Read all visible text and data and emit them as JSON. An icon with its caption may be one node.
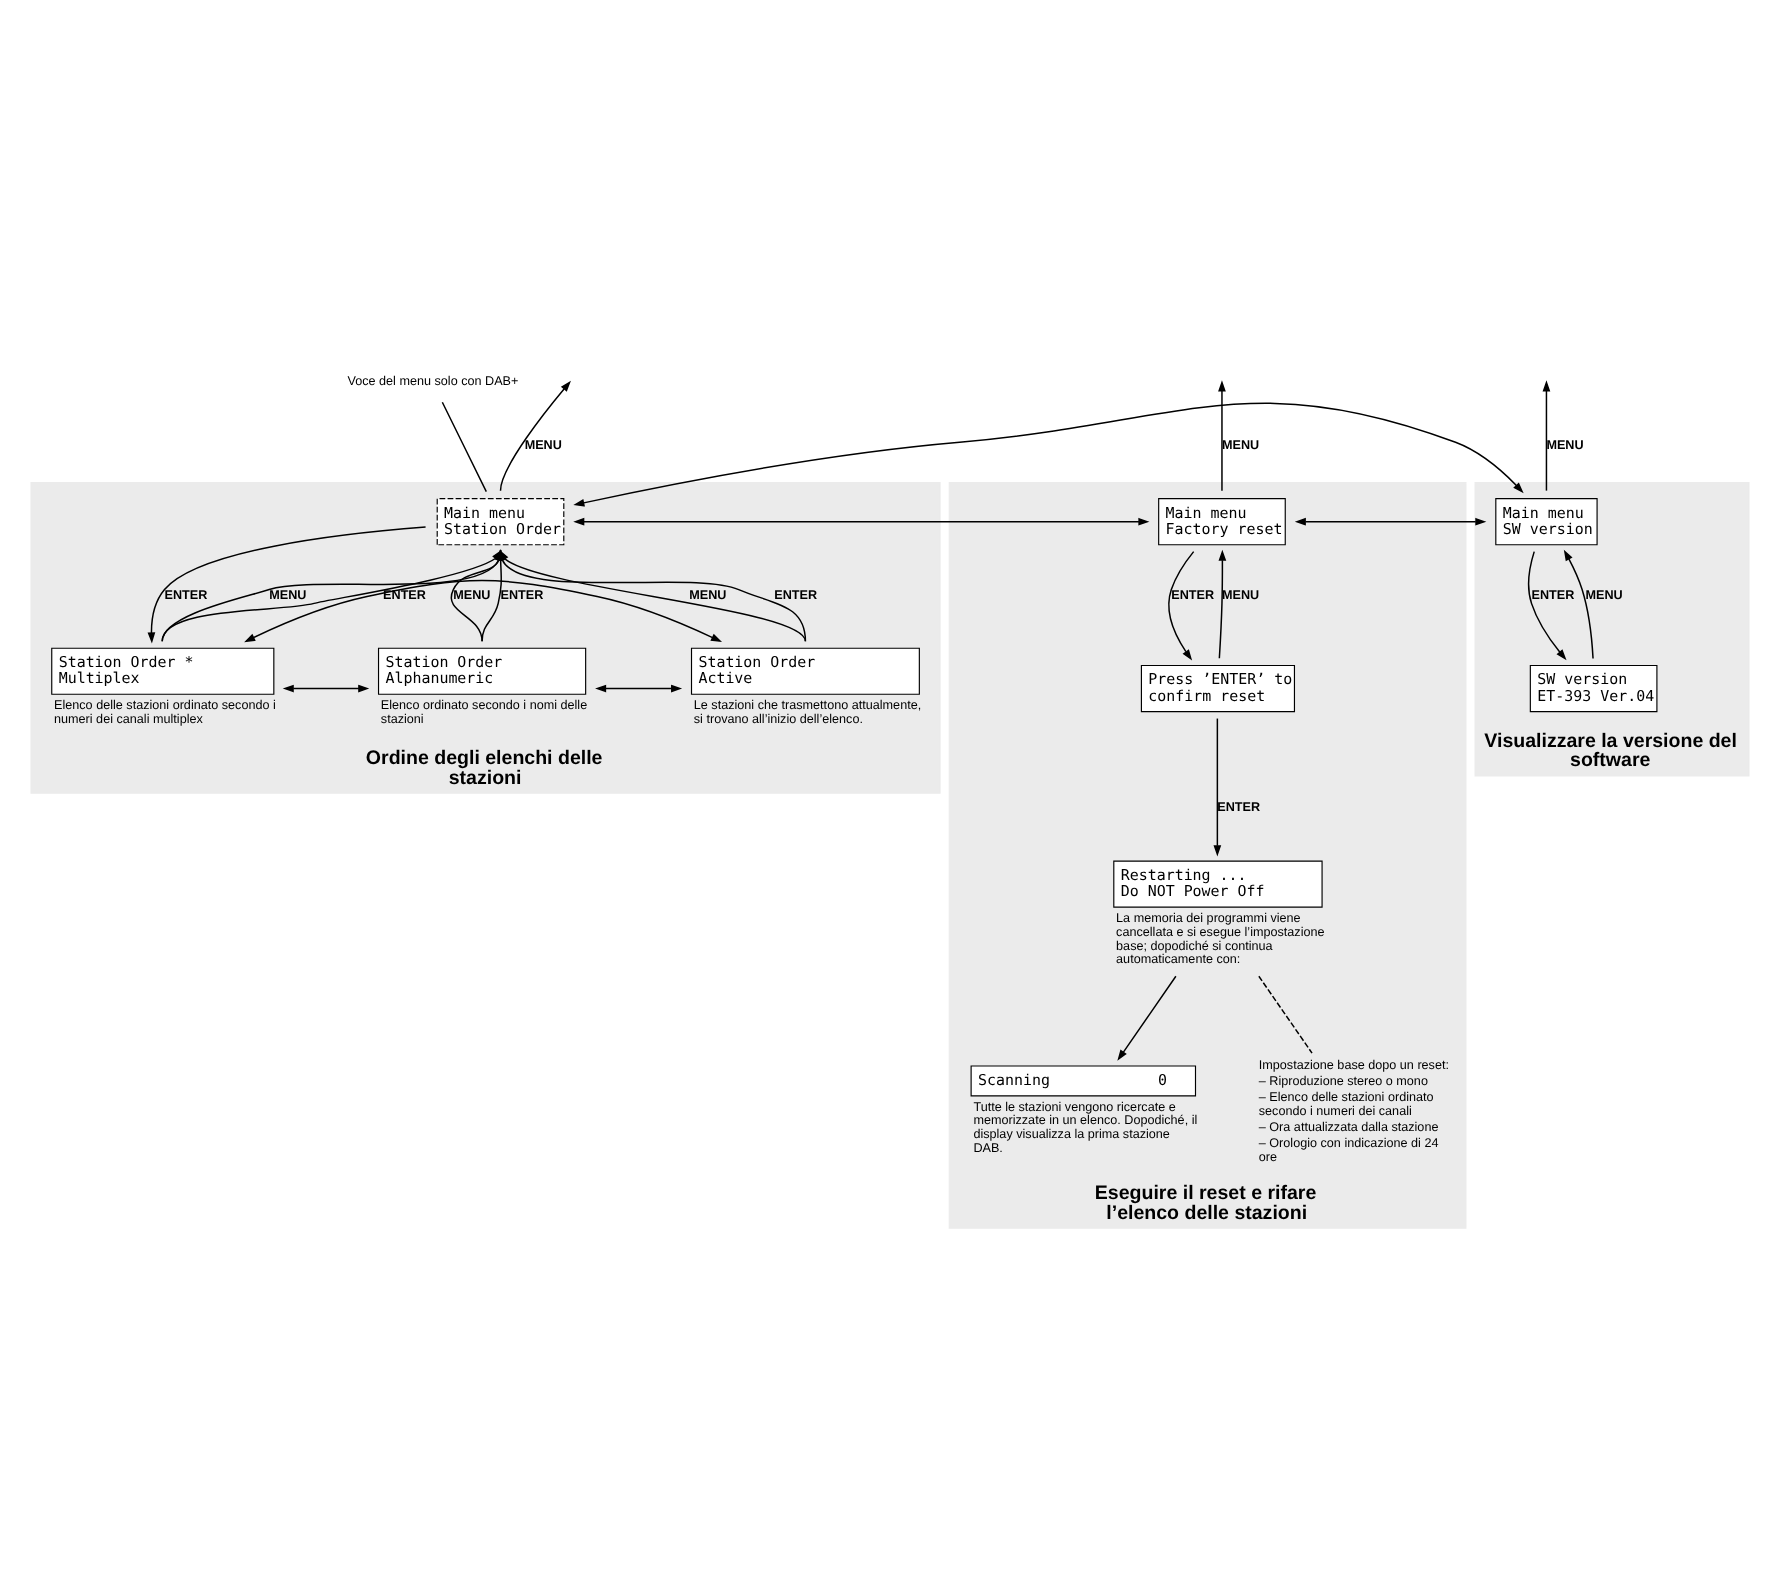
{
  "diagram": {
    "nodes": [
      {
        "text": [
          "Ordine degli elenchi delle stazioni"
        ]
      },
      {
        "text": [
          "Eseguire il reset e rifare l’elenco delle stazioni"
        ]
      },
      {
        "text": [
          "Visualizzare la versione del software"
        ]
      },
      {
        "text": [
          "Main menu",
          "Station Order"
        ],
        "in": 0
      },
      {
        "text": [
          "Main menu",
          "Factory reset"
        ],
        "in": 1
      },
      {
        "text": [
          "Main menu",
          "SW version"
        ],
        "in": 2
      },
      {
        "text": [
          "SW version",
          "ET-393 Ver.04"
        ],
        "in": 2
      },
      {
        "text": [
          "Press ’ENTER’ to",
          "confirm reset"
        ],
        "in": 1
      },
      {
        "text": [
          "Restarting ...",
          "Do NOT Power Off"
        ],
        "in": 1,
        "beside": [
          "La memoria dei programmi viene cancellata e si esegue l’impostazione base; dopodiché si continua automaticamente con:"
        ]
      },
      {
        "text": [
          "Scanning            0"
        ],
        "in": 1,
        "beside": [
          "Tutte le stazioni vengono ricercate e memorizzate in un elenco. Dopodiché, il display visualizza la prima stazione DAB."
        ]
      },
      {
        "text": [
          "Station Order *",
          "Multiplex"
        ],
        "in": 0,
        "beside": [
          "Elenco delle stazioni ordinato secondo i numeri dei canali multiplex"
        ]
      },
      {
        "text": [
          "Station Order",
          "Alphanumeric"
        ],
        "in": 0,
        "beside": [
          "Elenco ordinato secondo i nomi delle stazioni"
        ]
      },
      {
        "text": [
          "Station Order",
          "Active"
        ],
        "in": 0,
        "beside": [
          "Le stazioni che trasmettono attualmente, si trovano all’inizio dell’elenco."
        ]
      },
      {
        "text": [
          "Voce del menu solo con DAB+"
        ]
      },
      {
        "text": [
          "Impostazione base dopo un reset:",
          "– Riproduzione stereo o mono",
          "– Elenco delle stazioni ordinato secondo i numeri dei canali",
          "– Ora attualizzata dalla stazione",
          "– Orologio con indicazione di 24 ore"
        ],
        "in": 1
      }
    ],
    "edges": [
      {
        "from": 3,
        "to": null,
        "arrow": "to",
        "label": "MENU"
      },
      {
        "from": 4,
        "to": null,
        "arrow": "to",
        "label": "MENU"
      },
      {
        "from": 5,
        "to": null,
        "arrow": "to",
        "label": "MENU"
      },
      {
        "from": 13,
        "to": 3,
        "arrow": "none"
      },
      {
        "from": 3,
        "to": 4,
        "arrow": "both"
      },
      {
        "from": 4,
        "to": 5,
        "arrow": "both"
      },
      {
        "from": 3,
        "to": 5,
        "arrow": "both"
      },
      {
        "from": 4,
        "to": 7,
        "arrow": "to",
        "label": "ENTER"
      },
      {
        "from": 7,
        "to": 4,
        "arrow": "to",
        "label": "MENU"
      },
      {
        "from": 5,
        "to": 6,
        "arrow": "to",
        "label": "ENTER"
      },
      {
        "from": 6,
        "to": 5,
        "arrow": "to",
        "label": "MENU"
      },
      {
        "from": 7,
        "to": 8,
        "arrow": "to",
        "label": "ENTER"
      },
      {
        "from": 8,
        "to": 9,
        "arrow": "to"
      },
      {
        "from": 8,
        "to": 14,
        "arrow": "none",
        "style": "dashed"
      },
      {
        "from": 3,
        "to": 10,
        "arrow": "to",
        "label": "ENTER"
      },
      {
        "from": 10,
        "to": 3,
        "arrow": "to",
        "label": "MENU"
      },
      {
        "from": 10,
        "to": 3,
        "arrow": "to",
        "label": "ENTER"
      },
      {
        "from": 11,
        "to": 3,
        "arrow": "to",
        "label": "MENU"
      },
      {
        "from": 11,
        "to": 3,
        "arrow": "to",
        "label": "ENTER"
      },
      {
        "from": 12,
        "to": 3,
        "arrow": "to",
        "label": "MENU"
      },
      {
        "from": 12,
        "to": 3,
        "arrow": "to",
        "label": "ENTER"
      },
      {
        "from": 10,
        "to": 11,
        "arrow": "both"
      },
      {
        "from": 11,
        "to": 12,
        "arrow": "both"
      },
      {
        "from": 10,
        "to": 12,
        "arrow": "both"
      }
    ]
  }
}
